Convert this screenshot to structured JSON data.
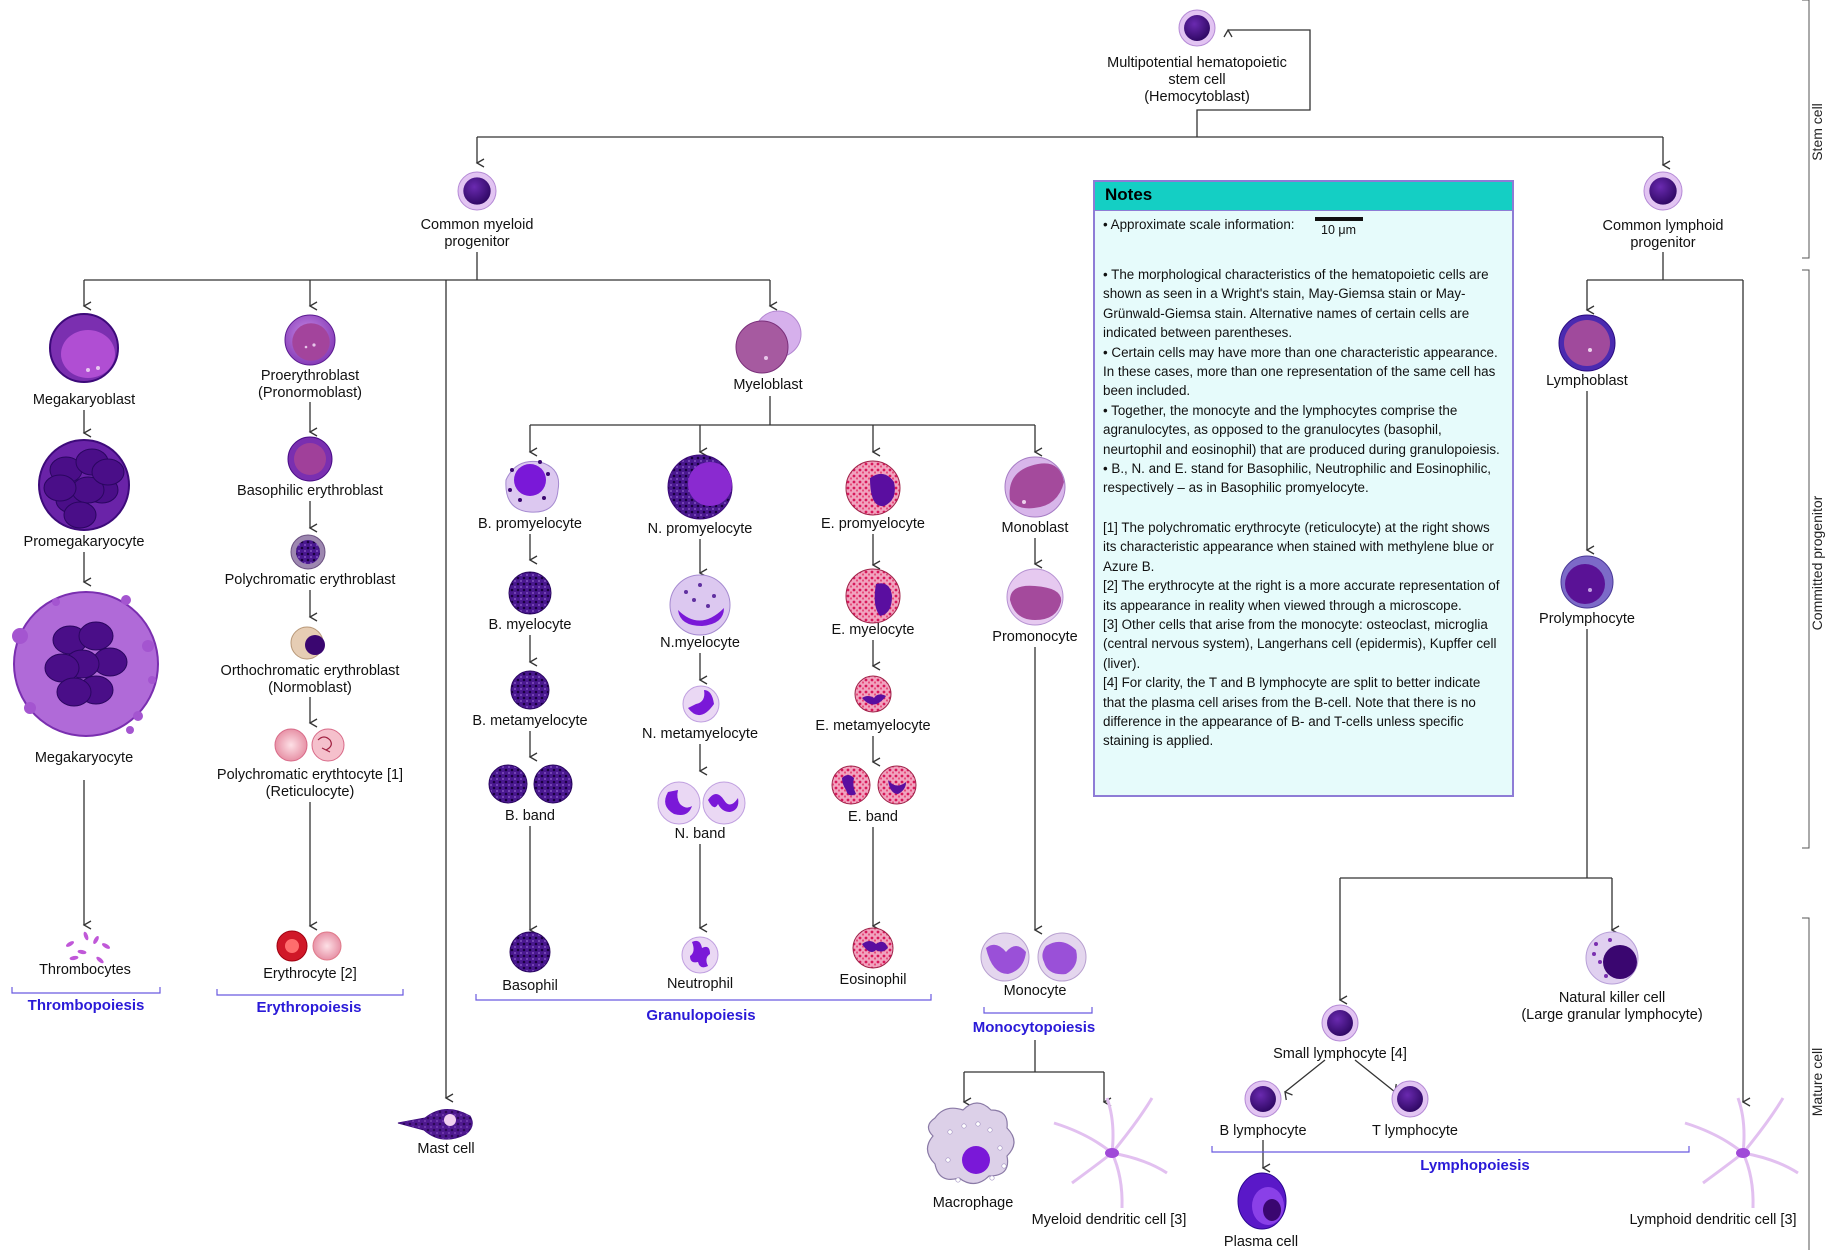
{
  "nodes": {
    "stem": [
      "Multipotential hematopoietic",
      "stem cell",
      "(Hemocytoblast)"
    ],
    "cmp": [
      "Common myeloid",
      "progenitor"
    ],
    "clp": [
      "Common lymphoid",
      "progenitor"
    ],
    "megakaryoblast": "Megakaryoblast",
    "promegakaryocyte": "Promegakaryocyte",
    "megakaryocyte": "Megakaryocyte",
    "thrombocytes": "Thrombocytes",
    "proerythroblast": [
      "Proerythroblast",
      "(Pronormoblast)"
    ],
    "basophilic_erythroblast": "Basophilic erythroblast",
    "polychromatic_erythroblast": "Polychromatic erythroblast",
    "orthochromatic_erythroblast": [
      "Orthochromatic erythroblast",
      "(Normoblast)"
    ],
    "polychromatic_erythrocyte": [
      "Polychromatic erythtocyte [1]",
      "(Reticulocyte)"
    ],
    "erythrocyte": "Erythrocyte [2]",
    "mast_cell": "Mast cell",
    "myeloblast": "Myeloblast",
    "b_promyelocyte": "B. promyelocyte",
    "b_myelocyte": "B. myelocyte",
    "b_metamyelocyte": "B. metamyelocyte",
    "b_band": "B. band",
    "basophil": "Basophil",
    "n_promyelocyte": "N. promyelocyte",
    "n_myelocyte": "N.myelocyte",
    "n_metamyelocyte": "N. metamyelocyte",
    "n_band": "N. band",
    "neutrophil": "Neutrophil",
    "e_promyelocyte": "E. promyelocyte",
    "e_myelocyte": "E. myelocyte",
    "e_metamyelocyte": "E. metamyelocyte",
    "e_band": "E. band",
    "eosinophil": "Eosinophil",
    "monoblast": "Monoblast",
    "promonocyte": "Promonocyte",
    "monocyte": "Monocyte",
    "macrophage": "Macrophage",
    "myeloid_dendritic": "Myeloid dendritic cell [3]",
    "lymphoblast": "Lymphoblast",
    "prolymphocyte": "Prolymphocyte",
    "nk_cell": [
      "Natural killer cell",
      "(Large granular lymphocyte)"
    ],
    "small_lymphocyte": "Small lymphocyte [4]",
    "b_lymphocyte": "B lymphocyte",
    "t_lymphocyte": "T lymphocyte",
    "plasma_cell": "Plasma cell",
    "lymphoid_dendritic": "Lymphoid dendritic cell [3]"
  },
  "sections": {
    "thrombopoiesis": "Thrombopoiesis",
    "erythropoiesis": "Erythropoiesis",
    "granulopoiesis": "Granulopoiesis",
    "monocytopoiesis": "Monocytopoiesis",
    "lymphopoiesis": "Lymphopoiesis"
  },
  "side_labels": {
    "stem": "Stem cell",
    "committed": "Committed progenitor",
    "mature": "Mature cell"
  },
  "notes": {
    "title": "Notes",
    "scale_text": "• Approximate scale information:",
    "scale_label": "10 μm",
    "bullets": [
      "• The morphological characteristics of the hematopoietic cells are shown as seen in a Wright's stain, May-Giemsa stain or May-Grünwald-Giemsa stain. Alternative names of certain cells are indicated between parentheses.",
      "• Certain cells may have more than one characteristic appearance. In these cases, more than one representation of the same cell has been included.",
      "• Together, the monocyte and the lymphocytes comprise the agranulocytes, as opposed to the granulocytes (basophil, neurtophil and eosinophil) that are produced during granulopoiesis.",
      "• B., N. and E. stand for Basophilic, Neutrophilic and Eosinophilic, respectively – as in Basophilic promyelocyte."
    ],
    "footnotes": [
      "[1] The polychromatic erythrocyte (reticulocyte) at the right shows its characteristic appearance when stained with methylene blue or Azure B.",
      "[2] The erythrocyte at the right is a more accurate representation of its appearance in reality when viewed through a microscope.",
      "[3] Other cells that arise from the monocyte: osteoclast, microglia (central nervous system), Langerhans cell (epidermis), Kupffer cell (liver).",
      "[4] For clarity, the T and B lymphocyte are split to better indicate that the plasma cell arises from the B-cell. Note that there is no difference in the appearance of B- and T-cells unless specific staining is applied."
    ]
  },
  "colors": {
    "nucleus": "#3d0a7a",
    "cytoplasm": "#a35cc8",
    "light_cytoplasm": "#e3c8f2",
    "eosin": "#e8386b",
    "section_label": "#2a1ad8",
    "notes_header": "#14cfc4",
    "notes_bg": "#e6fbfb"
  }
}
